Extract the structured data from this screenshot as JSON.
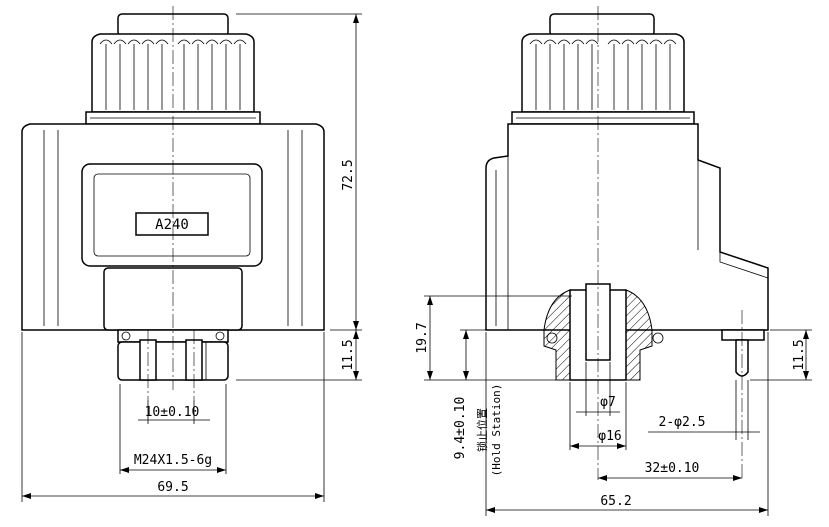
{
  "front_view": {
    "label_plate": "A240",
    "dims": {
      "overall_height": "72.5",
      "connector_height": "11.5",
      "pin_pitch": "10±0.10",
      "thread": "M24X1.5-6g",
      "overall_width": "69.5"
    }
  },
  "side_view": {
    "dims": {
      "seat_depth": "19.7",
      "connector_height": "11.5",
      "hold_position": "9.4±0.10",
      "hold_station_cn": "锁止位置",
      "hold_station_en": "(Hold Station)",
      "inner_dia": "φ7",
      "outer_dia": "φ16",
      "pin_dia": "2-φ2.5",
      "pin_offset": "32±0.10",
      "overall_width": "65.2"
    }
  }
}
